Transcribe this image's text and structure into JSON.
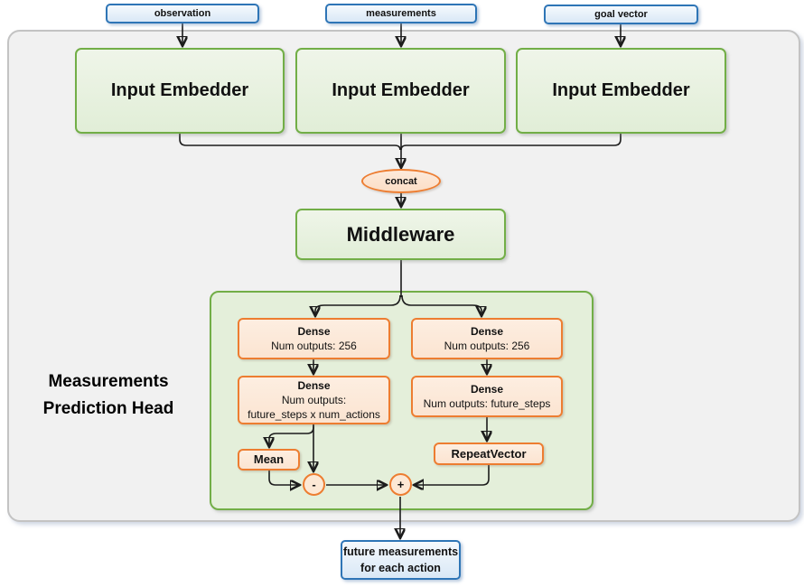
{
  "colors": {
    "blue_accent": "#2e75b6",
    "green_accent": "#70ad47",
    "orange_accent": "#ed7d31",
    "frame_fill": "#f1f1f1",
    "head_fill": "#e4efda"
  },
  "inputs": [
    {
      "label": "observation"
    },
    {
      "label": "measurements"
    },
    {
      "label": "goal vector"
    }
  ],
  "embedders": [
    {
      "label": "Input Embedder"
    },
    {
      "label": "Input Embedder"
    },
    {
      "label": "Input Embedder"
    }
  ],
  "concat": {
    "label": "concat"
  },
  "middleware": {
    "label": "Middleware"
  },
  "head": {
    "title": "Measurements Prediction Head",
    "left": {
      "dense1": {
        "title": "Dense",
        "subtitle": "Num outputs: 256"
      },
      "dense2": {
        "title": "Dense",
        "subtitle": "Num outputs:",
        "subtitle2": "future_steps x num_actions"
      },
      "mean": {
        "label": "Mean"
      },
      "op": {
        "label": "-"
      }
    },
    "right": {
      "dense1": {
        "title": "Dense",
        "subtitle": "Num outputs: 256"
      },
      "dense2": {
        "title": "Dense",
        "subtitle": "Num outputs: future_steps"
      },
      "repeat": {
        "label": "RepeatVector"
      },
      "op": {
        "label": "+"
      }
    }
  },
  "output": {
    "line1": "future measurements",
    "line2": "for each action"
  }
}
